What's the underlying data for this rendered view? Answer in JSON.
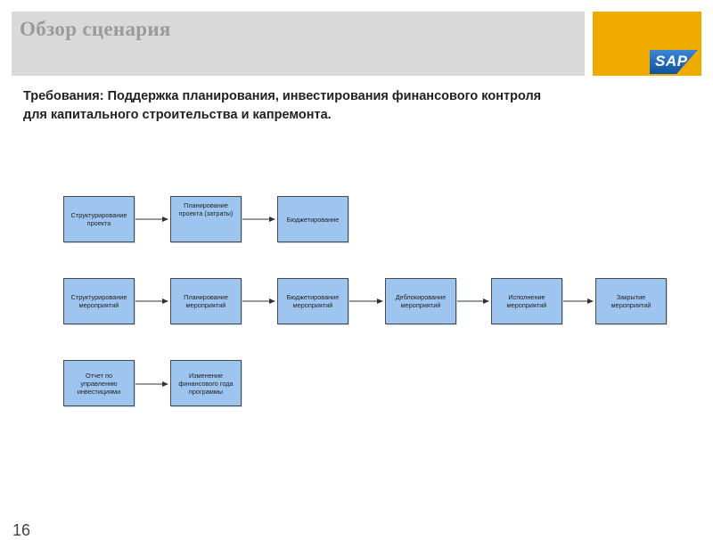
{
  "header": {
    "title": "Обзор сценария",
    "logo_text": "SAP"
  },
  "subtitle": {
    "line1": "Требования: Поддержка планирования, инвестирования финансового контроля",
    "line2": "для капитального строительства и капремонта."
  },
  "rows": [
    {
      "nodes": [
        "Структурирование\nпроекта",
        "Планирование\nпроекта (затраты)",
        "Бюджетирование"
      ]
    },
    {
      "nodes": [
        "Структурирование\nмероприятий",
        "Планирование\nмероприятий",
        "Бюджетирование\nмероприятий",
        "Деблокирование\nмероприятий",
        "Исполнение\nмероприятий",
        "Закрытие\nмероприятий"
      ]
    },
    {
      "nodes": [
        "Отчет по\nуправлению\nинвестициями",
        "Изменение\nфинансового года\nпрограммы"
      ]
    }
  ],
  "page_number": "16",
  "colors": {
    "node_fill": "#9ec5f0",
    "node_border": "#4a4a4a",
    "header_bar": "#d9d9d9",
    "logo_bg": "#f0ab00",
    "logo_badge": "#1b5fb4"
  }
}
